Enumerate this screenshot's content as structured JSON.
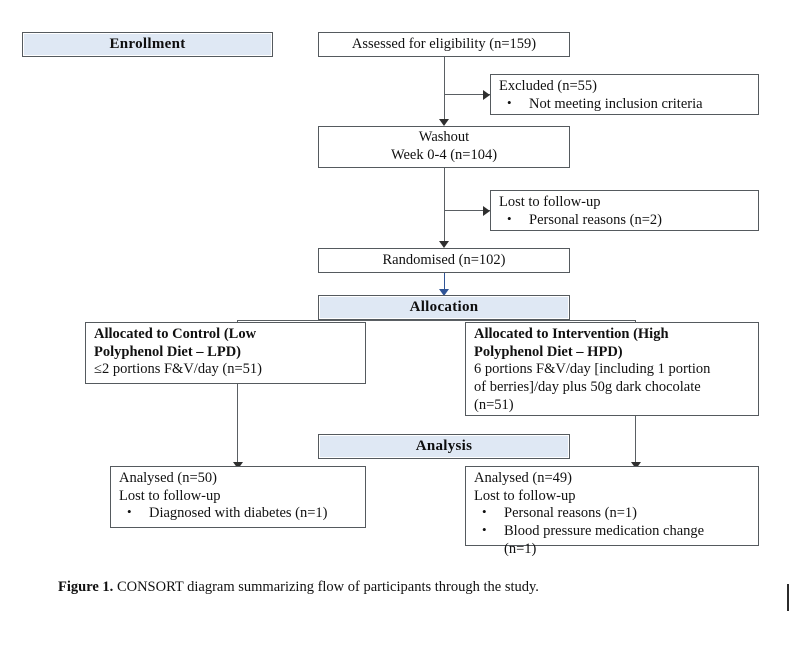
{
  "figure": {
    "caption_label": "Figure 1.",
    "caption_text": "CONSORT diagram summarizing flow of participants through the study."
  },
  "theme": {
    "banner_fill": "#dfe8f4",
    "box_border": "#555a5e",
    "connector": "#5a5f63",
    "accent_arrow": "#2f5496",
    "text": "#111111"
  },
  "stages": {
    "enrollment": "Enrollment",
    "allocation": "Allocation",
    "analysis": "Analysis"
  },
  "nodes": {
    "assessed": "Assessed for eligibility (n=159)",
    "excluded_title": "Excluded (n=55)",
    "excluded_items": [
      "Not meeting inclusion criteria"
    ],
    "washout_line1": "Washout",
    "washout_line2": "Week 0-4 (n=104)",
    "lost_title": "Lost to follow-up",
    "lost_items": [
      "Personal reasons (n=2)"
    ],
    "randomised": "Randomised (n=102)",
    "control_heading_line1": "Allocated to Control (Low",
    "control_heading_line2": "Polyphenol Diet – LPD)",
    "control_body": "≤2 portions F&V/day (n=51)",
    "intervention_heading_line1": "Allocated to Intervention (High",
    "intervention_heading_line2": "Polyphenol Diet – HPD)",
    "intervention_body_line1": "6 portions F&V/day [including 1 portion",
    "intervention_body_line2": "of berries]/day plus 50g dark chocolate",
    "intervention_body_line3": "(n=51)",
    "analysed_left_title": "Analysed (n=50)",
    "analysed_left_sub": "Lost to follow-up",
    "analysed_left_items": [
      "Diagnosed with diabetes (n=1)"
    ],
    "analysed_right_title": "Analysed (n=49)",
    "analysed_right_sub": "Lost to follow-up",
    "analysed_right_items": [
      "Personal reasons (n=1)",
      "Blood pressure medication change",
      "(n=1)"
    ]
  },
  "bullet_glyph": "•"
}
